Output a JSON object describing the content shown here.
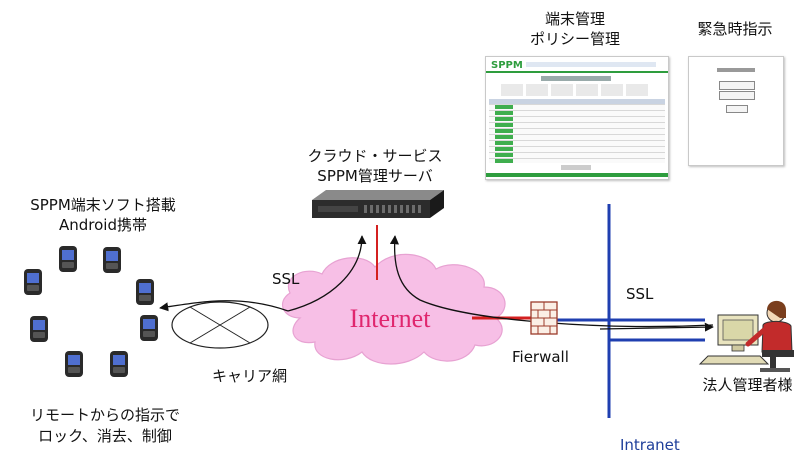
{
  "labels": {
    "phones_title_line1": "SPPM端末ソフト搭載",
    "phones_title_line2": "Android携帯",
    "phones_note_line1": "リモートからの指示で",
    "phones_note_line2": "ロック、消去、制御",
    "carrier": "キャリア網",
    "ssl_left": "SSL",
    "ssl_right": "SSL",
    "internet": "Internet",
    "server_line1": "クラウド・サービス",
    "server_line2": "SPPM管理サーバ",
    "firewall": "Fierwall",
    "admin": "法人管理者様",
    "intranet": "Intranet",
    "policy_line1": "端末管理",
    "policy_line2": "ポリシー管理",
    "emergency": "緊急時指示"
  },
  "policy_screen": {
    "logo": "SPPM"
  },
  "colors": {
    "cloud": "#f7bfe6",
    "internet_text": "#e0266e",
    "intranet_line": "#1f3fb0",
    "firewall_link": "#d42020",
    "sppm_green": "#2e9d3e"
  }
}
